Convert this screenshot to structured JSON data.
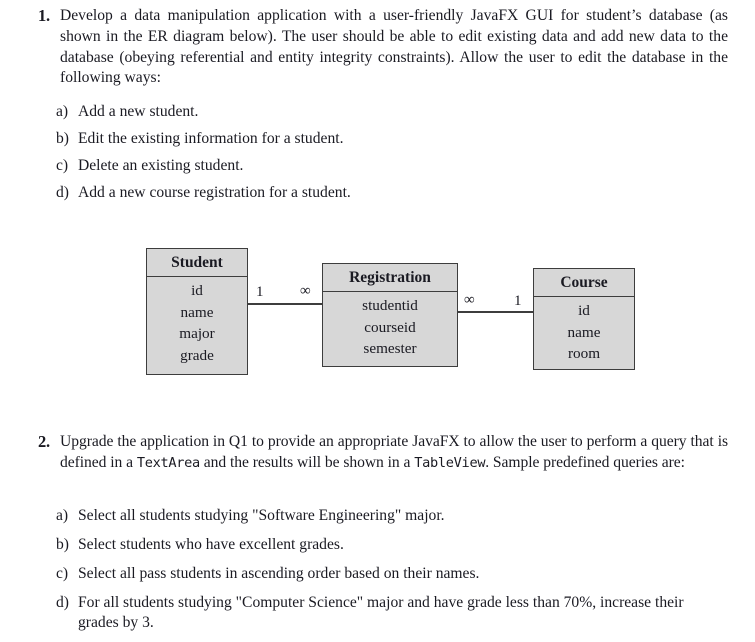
{
  "question_1": {
    "number": "1.",
    "text": "Develop a data manipulation application with a user-friendly JavaFX GUI for student’s database (as shown in the ER diagram below). The user should be able to edit existing data and add new data to the database (obeying referential and entity integrity constraints). Allow the user to edit the database in the following ways:",
    "items": [
      {
        "marker": "a)",
        "text": "Add a new student."
      },
      {
        "marker": "b)",
        "text": "Edit the existing information for a student."
      },
      {
        "marker": "c)",
        "text": "Delete an existing student."
      },
      {
        "marker": "d)",
        "text": "Add a new course registration for a student."
      }
    ]
  },
  "question_2": {
    "number": "2.",
    "text_part_1": "Upgrade the application in Q1 to provide an appropriate JavaFX to allow the user to perform a query that is defined in a ",
    "code_1": "TextArea",
    "text_part_2": " and the results will be shown in a ",
    "code_2": "TableView",
    "text_part_3": ". Sample predefined queries are:",
    "items": [
      {
        "marker": "a)",
        "text": "Select all students studying \"Software Engineering\" major."
      },
      {
        "marker": "b)",
        "text": "Select students who have excellent grades."
      },
      {
        "marker": "c)",
        "text": "Select all pass students in ascending order based on their names."
      },
      {
        "marker": "d)",
        "text": "For all students studying \"Computer Science\" major and have grade less than 70%, increase their grades by 3."
      }
    ]
  },
  "er_diagram": {
    "fill_color": "#d7d7d7",
    "border_color": "#3d3d3d",
    "entities": [
      {
        "name": "Student",
        "attributes": [
          "id",
          "name",
          "major",
          "grade"
        ]
      },
      {
        "name": "Registration",
        "attributes": [
          "studentid",
          "courseid",
          "semester"
        ]
      },
      {
        "name": "Course",
        "attributes": [
          "id",
          "name",
          "room"
        ]
      }
    ],
    "relationships": [
      {
        "from": "Student",
        "to": "Registration",
        "from_cardinality": "1",
        "to_cardinality": "∞"
      },
      {
        "from": "Registration",
        "to": "Course",
        "from_cardinality": "∞",
        "to_cardinality": "1"
      }
    ]
  }
}
